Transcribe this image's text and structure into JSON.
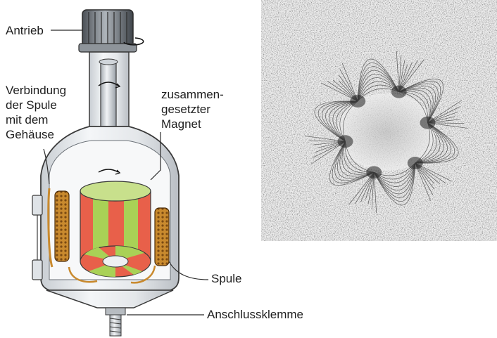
{
  "labels": {
    "drive": "Antrieb",
    "coil_connection": "Verbindung\nder Spule\nmit dem\nGehäuse",
    "magnet": "zusammen-\ngesetzter\nMagnet",
    "coil": "Spule",
    "terminal": "Anschlussklemme"
  },
  "colors": {
    "magnet_red": "#e8604a",
    "magnet_green": "#a9d156",
    "coil_copper": "#c98a2e",
    "housing": "#e9ecef",
    "housing_stroke": "#3a3a3a"
  },
  "photo": {
    "description_icon": "iron-filings-field-pattern",
    "poles": 6
  }
}
